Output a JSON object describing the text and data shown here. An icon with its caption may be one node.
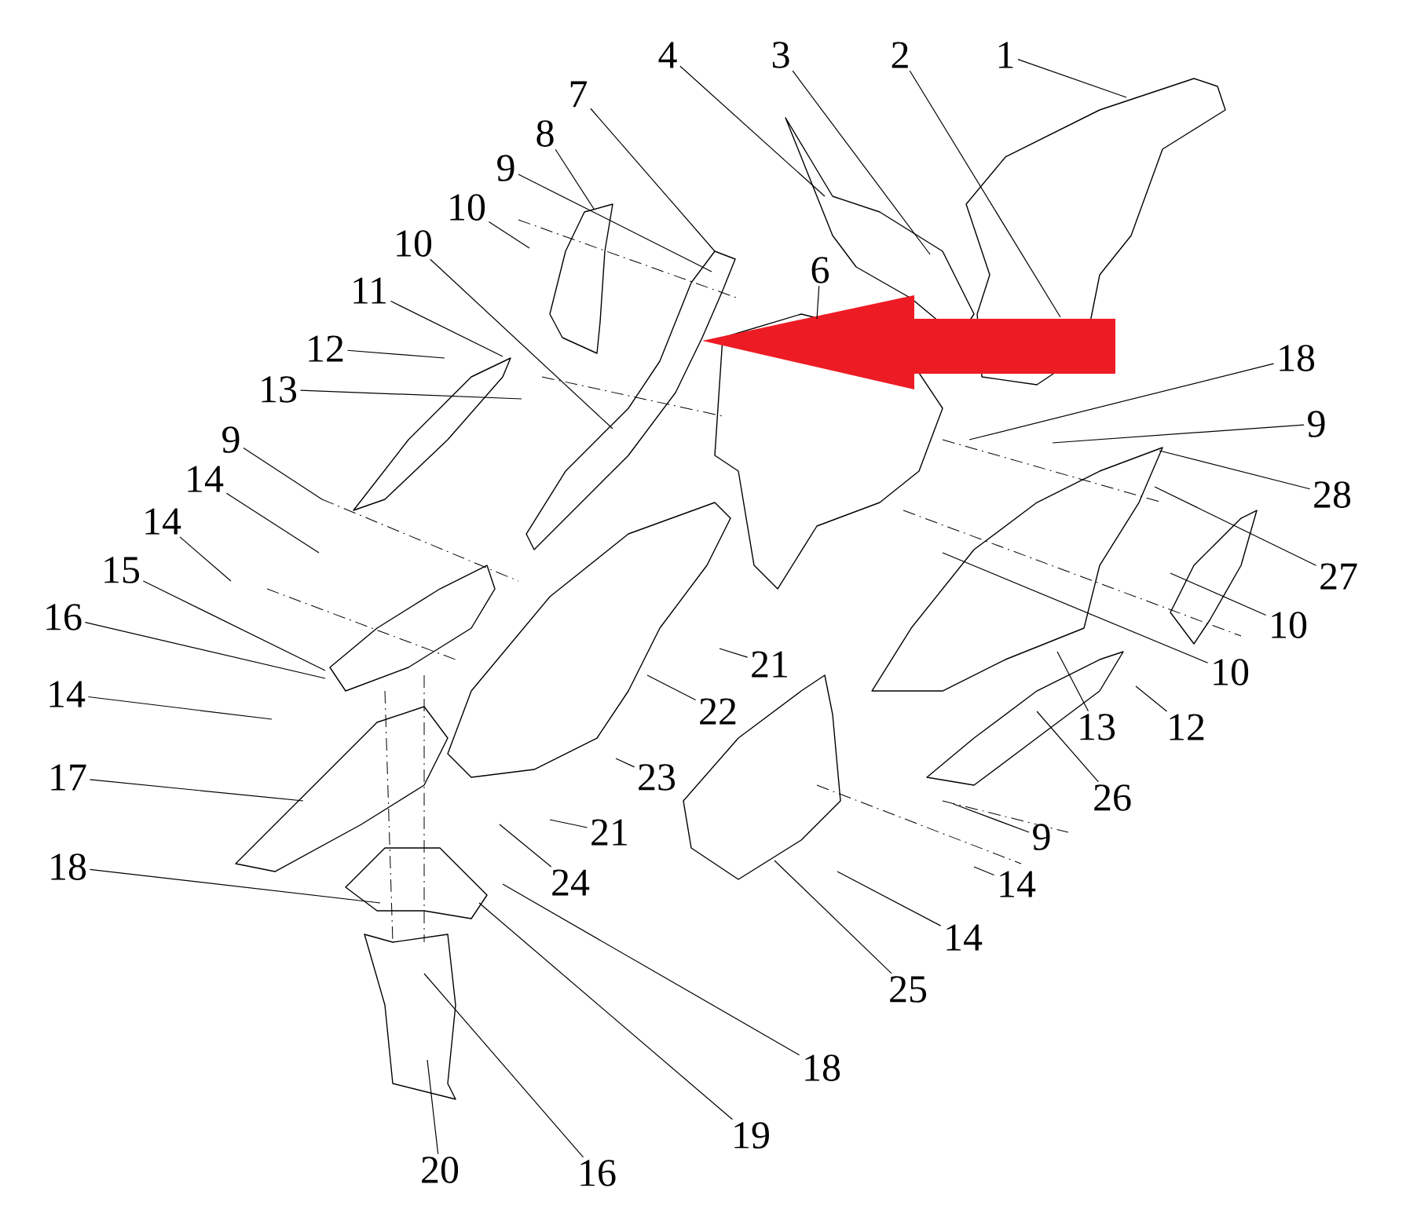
{
  "diagram": {
    "nodes": [
      {
        "text": [
          "1"
        ]
      },
      {
        "text": [
          "2"
        ]
      },
      {
        "text": [
          "3"
        ]
      },
      {
        "text": [
          "4"
        ]
      },
      {
        "text": [
          "7"
        ]
      },
      {
        "text": [
          "8"
        ]
      },
      {
        "text": [
          "9"
        ]
      },
      {
        "text": [
          "10"
        ]
      },
      {
        "text": [
          "10"
        ]
      },
      {
        "text": [
          "6"
        ]
      },
      {
        "text": [
          "11"
        ]
      },
      {
        "text": [
          "12"
        ]
      },
      {
        "text": [
          "18"
        ]
      },
      {
        "text": [
          "13"
        ]
      },
      {
        "text": [
          "9"
        ]
      },
      {
        "text": [
          "9"
        ]
      },
      {
        "text": [
          "14"
        ]
      },
      {
        "text": [
          "28"
        ]
      },
      {
        "text": [
          "14"
        ]
      },
      {
        "text": [
          "15"
        ]
      },
      {
        "text": [
          "27"
        ]
      },
      {
        "text": [
          "16"
        ]
      },
      {
        "text": [
          "10"
        ]
      },
      {
        "text": [
          "21"
        ]
      },
      {
        "text": [
          "10"
        ]
      },
      {
        "text": [
          "14"
        ]
      },
      {
        "text": [
          "22"
        ]
      },
      {
        "text": [
          "23"
        ]
      },
      {
        "text": [
          "13"
        ]
      },
      {
        "text": [
          "12"
        ]
      },
      {
        "text": [
          "17"
        ]
      },
      {
        "text": [
          "21"
        ]
      },
      {
        "text": [
          "26"
        ]
      },
      {
        "text": [
          "9"
        ]
      },
      {
        "text": [
          "18"
        ]
      },
      {
        "text": [
          "24"
        ]
      },
      {
        "text": [
          "14"
        ]
      },
      {
        "text": [
          "14"
        ]
      },
      {
        "text": [
          "25"
        ]
      },
      {
        "text": [
          "18"
        ]
      },
      {
        "text": [
          "19"
        ]
      },
      {
        "text": [
          "20"
        ]
      },
      {
        "text": [
          "16"
        ]
      }
    ],
    "edges": [
      {
        "from": 0,
        "to": null,
        "arrow": "none"
      },
      {
        "from": 1,
        "to": null,
        "arrow": "none"
      },
      {
        "from": 2,
        "to": null,
        "arrow": "none"
      },
      {
        "from": 3,
        "to": null,
        "arrow": "none"
      },
      {
        "from": 4,
        "to": null,
        "arrow": "none"
      },
      {
        "from": 5,
        "to": null,
        "arrow": "none"
      },
      {
        "from": 6,
        "to": null,
        "arrow": "none"
      },
      {
        "from": 7,
        "to": null,
        "arrow": "none"
      },
      {
        "from": 8,
        "to": null,
        "arrow": "none"
      },
      {
        "from": 9,
        "to": null,
        "arrow": "none"
      },
      {
        "from": 10,
        "to": null,
        "arrow": "none"
      },
      {
        "from": 11,
        "to": null,
        "arrow": "none"
      },
      {
        "from": 12,
        "to": null,
        "arrow": "none"
      },
      {
        "from": 13,
        "to": null,
        "arrow": "none"
      },
      {
        "from": 14,
        "to": null,
        "arrow": "none"
      },
      {
        "from": 15,
        "to": null,
        "arrow": "none"
      },
      {
        "from": 16,
        "to": null,
        "arrow": "none"
      },
      {
        "from": 17,
        "to": null,
        "arrow": "none"
      },
      {
        "from": 18,
        "to": null,
        "arrow": "none"
      },
      {
        "from": 19,
        "to": null,
        "arrow": "none"
      },
      {
        "from": 20,
        "to": null,
        "arrow": "none"
      },
      {
        "from": 21,
        "to": null,
        "arrow": "none"
      },
      {
        "from": 22,
        "to": null,
        "arrow": "none"
      },
      {
        "from": 23,
        "to": null,
        "arrow": "none"
      },
      {
        "from": 24,
        "to": null,
        "arrow": "none"
      },
      {
        "from": 25,
        "to": null,
        "arrow": "none"
      },
      {
        "from": 26,
        "to": null,
        "arrow": "none"
      },
      {
        "from": 27,
        "to": null,
        "arrow": "none"
      },
      {
        "from": 28,
        "to": null,
        "arrow": "none"
      },
      {
        "from": 29,
        "to": null,
        "arrow": "none"
      },
      {
        "from": 30,
        "to": null,
        "arrow": "none"
      },
      {
        "from": 31,
        "to": null,
        "arrow": "none"
      },
      {
        "from": 32,
        "to": null,
        "arrow": "none"
      },
      {
        "from": 33,
        "to": null,
        "arrow": "none"
      },
      {
        "from": 34,
        "to": null,
        "arrow": "none"
      },
      {
        "from": 35,
        "to": null,
        "arrow": "none"
      },
      {
        "from": 36,
        "to": null,
        "arrow": "none"
      },
      {
        "from": 37,
        "to": null,
        "arrow": "none"
      },
      {
        "from": 38,
        "to": null,
        "arrow": "none"
      },
      {
        "from": 39,
        "to": null,
        "arrow": "none"
      },
      {
        "from": 40,
        "to": null,
        "arrow": "none"
      },
      {
        "from": 41,
        "to": null,
        "arrow": "none"
      },
      {
        "from": 42,
        "to": null,
        "arrow": "none"
      }
    ]
  }
}
